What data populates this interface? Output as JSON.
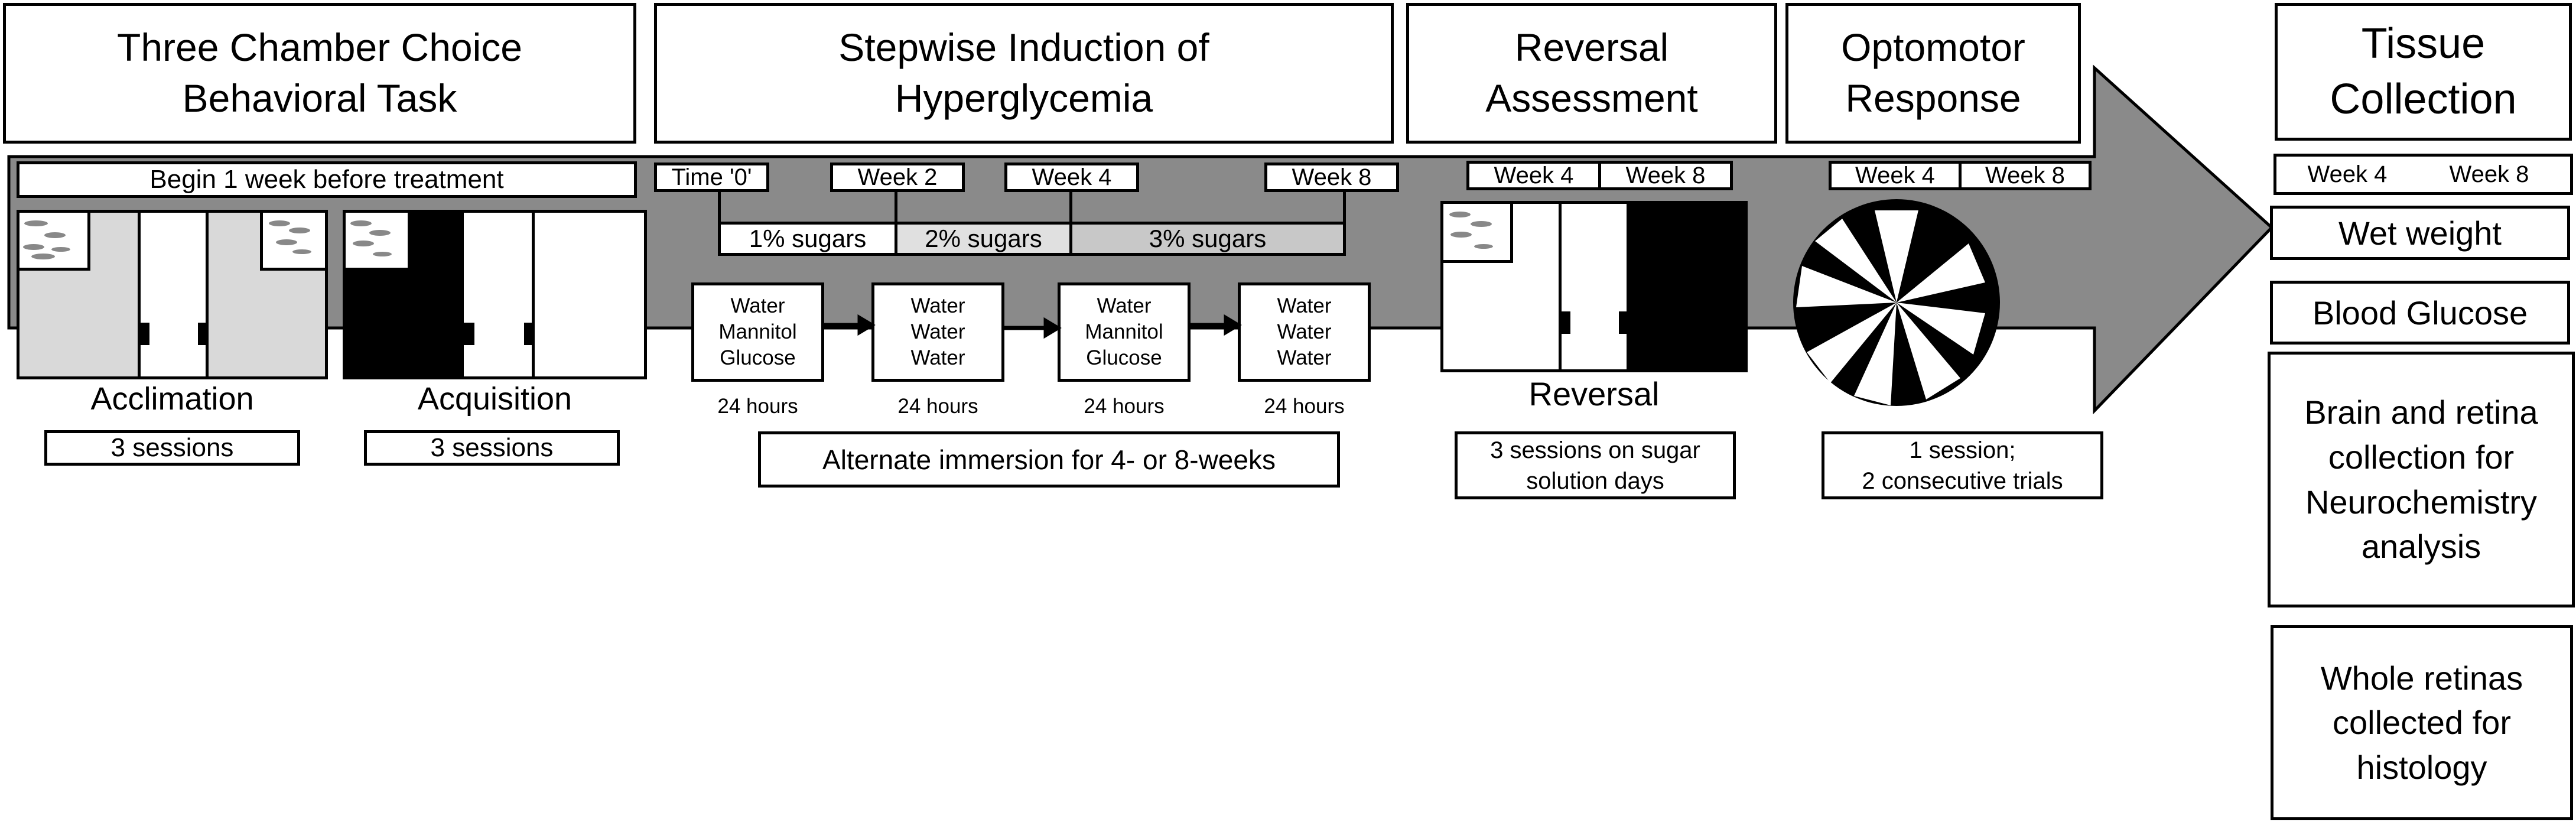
{
  "headers": {
    "three_chamber": "Three Chamber Choice\nBehavioral Task",
    "stepwise": "Stepwise Induction of\nHyperglycemia",
    "reversal_assessment": "Reversal\nAssessment",
    "optomotor": "Optomotor\nResponse",
    "tissue": "Tissue\nCollection"
  },
  "three_chamber": {
    "begin": "Begin 1 week before treatment",
    "acclimation": "Acclimation",
    "acquisition": "Acquisition",
    "acclimation_sessions": "3 sessions",
    "acquisition_sessions": "3 sessions"
  },
  "stepwise": {
    "timepoints": [
      "Time '0'",
      "Week 2",
      "Week 4",
      "Week 8"
    ],
    "sugars": [
      "1% sugars",
      "2% sugars",
      "3% sugars"
    ],
    "solutions": [
      "Water\nMannitol\nGlucose",
      "Water\nWater\nWater",
      "Water\nMannitol\nGlucose",
      "Water\nWater\nWater"
    ],
    "durations": [
      "24 hours",
      "24 hours",
      "24 hours",
      "24 hours"
    ],
    "alternate": "Alternate immersion for 4- or 8-weeks"
  },
  "reversal": {
    "week4": "Week 4",
    "week8": "Week 8",
    "label": "Reversal",
    "sessions": "3 sessions on sugar\nsolution days"
  },
  "optomotor": {
    "week4": "Week 4",
    "week8": "Week 8",
    "sessions": "1 session;\n2 consecutive trials"
  },
  "tissue": {
    "week4": "Week 4",
    "week8": "Week 8",
    "wet_weight": "Wet weight",
    "blood_glucose": "Blood Glucose",
    "brain_retina": "Brain and retina\ncollection for\nNeurochemistry\nanalysis",
    "whole_retinas": "Whole retinas\ncollected for\nhistology"
  },
  "colors": {
    "arrow": "#8a8a8a",
    "light_gray": "#d9d9d9",
    "sugar_mid": "#e0e0e0",
    "sugar_dark": "#c8c8c8"
  }
}
